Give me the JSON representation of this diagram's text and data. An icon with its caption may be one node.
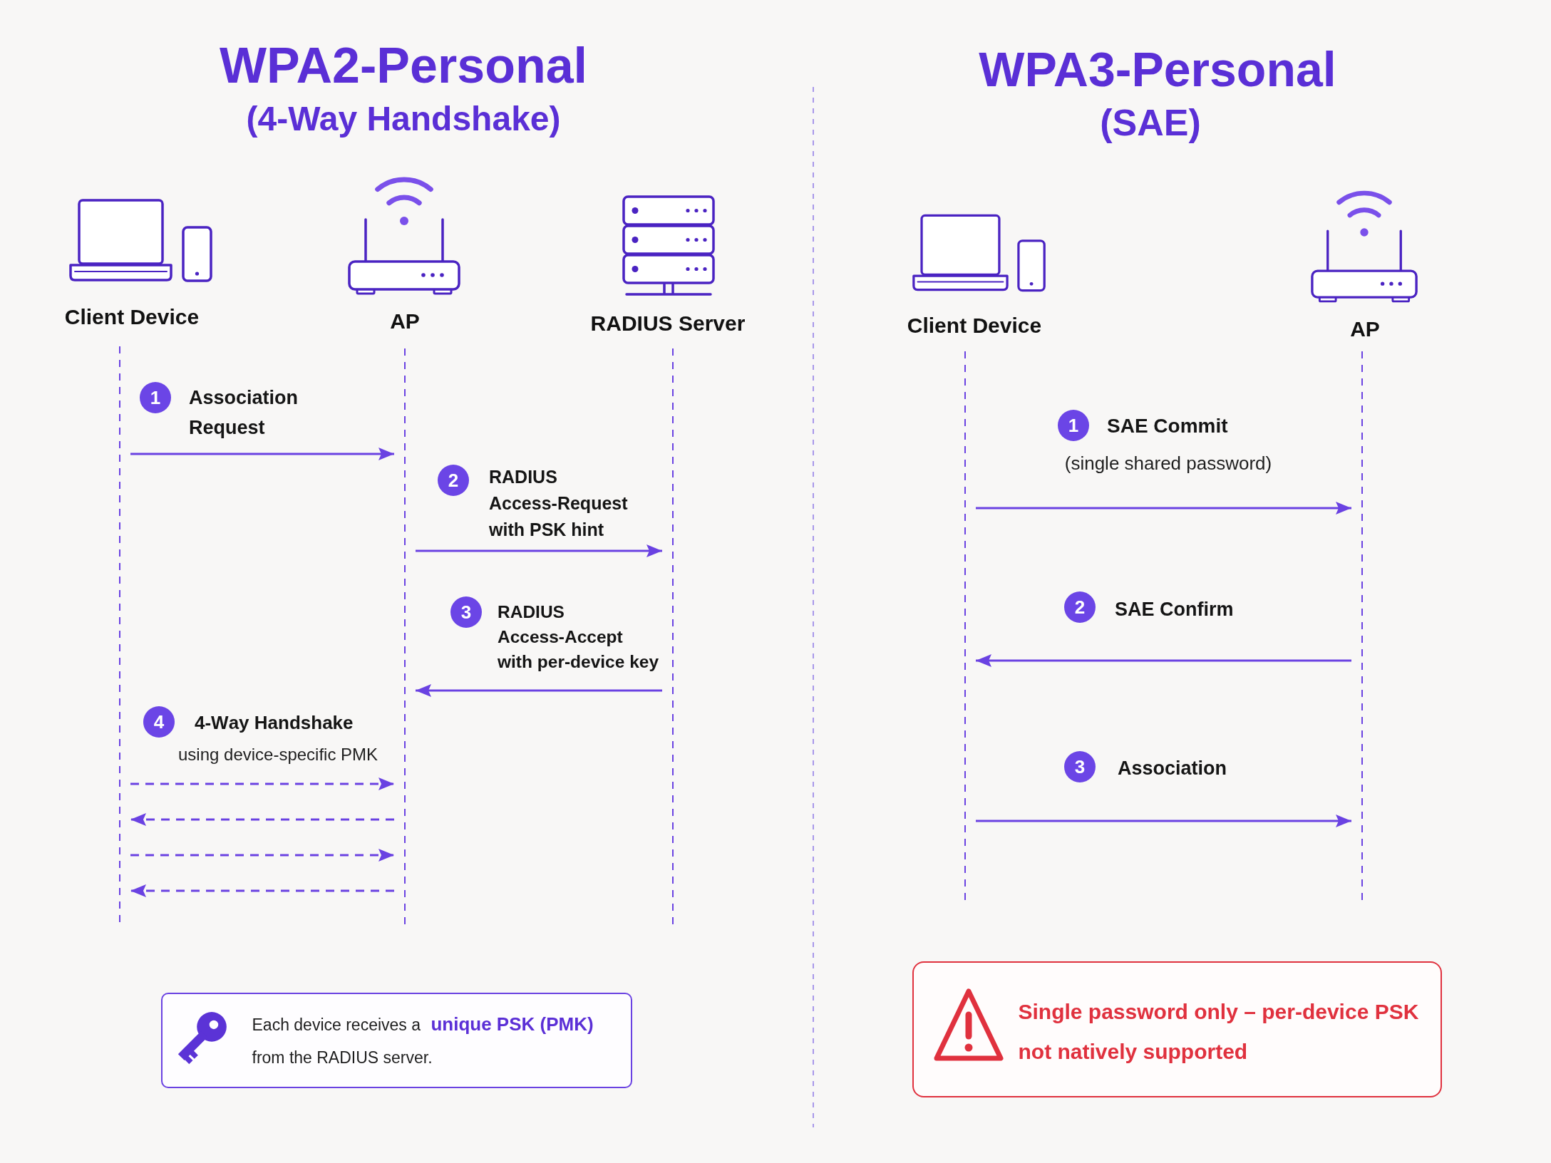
{
  "diagram": {
    "nodes": [
      {
        "text": [
          "Client Device"
        ]
      },
      {
        "text": [
          "AP"
        ]
      },
      {
        "text": [
          "RADIUS Server"
        ]
      },
      {
        "text": [],
        "shape": "line"
      },
      {
        "text": [],
        "shape": "line"
      },
      {
        "text": [],
        "shape": "line"
      },
      {
        "text": [
          "Each device receives a **unique PSK (PMK)** from the RADIUS server."
        ]
      },
      {
        "text": [
          "Client Device"
        ]
      },
      {
        "text": [
          "AP"
        ]
      },
      {
        "text": [],
        "shape": "line"
      },
      {
        "text": [],
        "shape": "line"
      },
      {
        "text": [
          "Single password only – per-device PSK not natively supported"
        ]
      }
    ],
    "edges": [
      {
        "from": 3,
        "to": 4,
        "arrow": "to",
        "label": "Association Request"
      },
      {
        "from": 4,
        "to": 5,
        "arrow": "to",
        "label": "RADIUS Access-Request with PSK hint"
      },
      {
        "from": 5,
        "to": 4,
        "arrow": "to",
        "label": "RADIUS Access-Accept with per-device key"
      },
      {
        "from": 3,
        "to": 4,
        "arrow": "to",
        "style": "dashed",
        "label": "4-Way Handshake"
      },
      {
        "from": 4,
        "to": 3,
        "arrow": "to",
        "style": "dashed"
      },
      {
        "from": 3,
        "to": 4,
        "arrow": "to",
        "style": "dashed"
      },
      {
        "from": 4,
        "to": 3,
        "arrow": "to",
        "style": "dashed"
      },
      {
        "from": 9,
        "to": 10,
        "arrow": "to",
        "label": "SAE Commit"
      },
      {
        "from": 10,
        "to": 9,
        "arrow": "to",
        "label": "SAE Confirm"
      },
      {
        "from": 9,
        "to": 10,
        "arrow": "to",
        "label": "Association"
      }
    ],
    "labels": [
      "WPA2-Personal",
      "(4-Way Handshake)",
      "1",
      "2",
      "3",
      "4",
      "using device-specific PMK",
      "WPA3-Personal",
      "(SAE)",
      "1",
      "(single shared password)",
      "2",
      "3"
    ]
  }
}
